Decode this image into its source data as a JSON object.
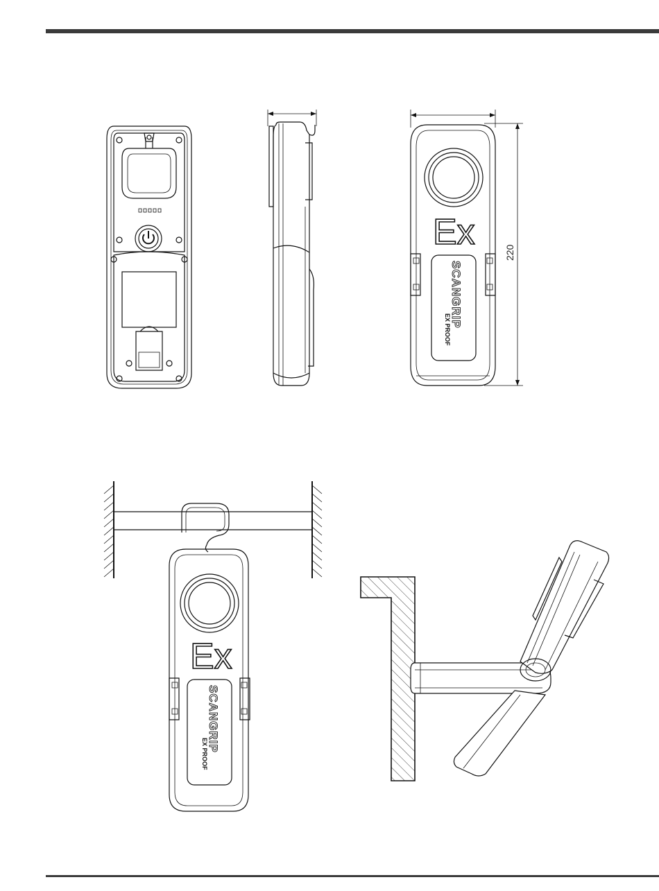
{
  "device": {
    "ex_mark": "Ex",
    "brand": "SCANGRIP",
    "model": "EX PROOF"
  },
  "dimensions": {
    "height_label": "220"
  },
  "colors": {
    "line": "#111111",
    "rule": "#3a3a3a",
    "background": "#ffffff"
  }
}
